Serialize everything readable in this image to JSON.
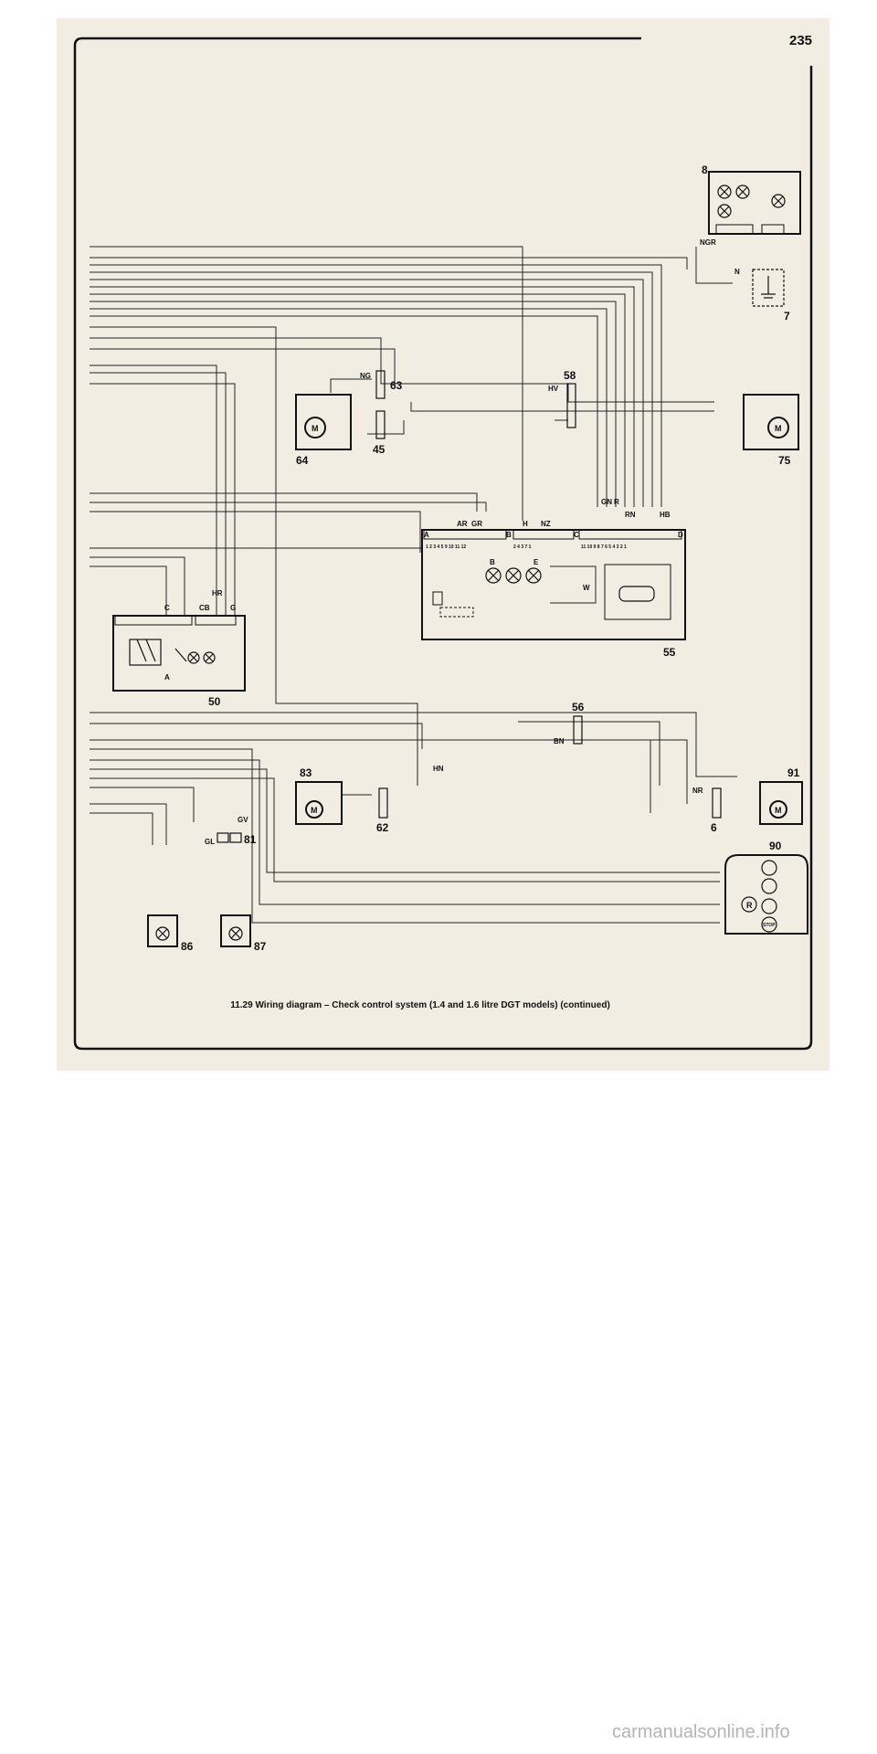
{
  "page": {
    "page_number": "235",
    "caption": "11.29 Wiring diagram – Check control system (1.4 and 1.6 litre DGT models) (continued)",
    "watermark": "carmanualsonline.info"
  },
  "components": [
    {
      "id": "c8",
      "number": "8"
    },
    {
      "id": "c7",
      "number": "7"
    },
    {
      "id": "c63",
      "number": "63"
    },
    {
      "id": "c45",
      "number": "45"
    },
    {
      "id": "c58",
      "number": "58"
    },
    {
      "id": "c64",
      "number": "64"
    },
    {
      "id": "c75",
      "number": "75"
    },
    {
      "id": "c55",
      "number": "55"
    },
    {
      "id": "c50",
      "number": "50"
    },
    {
      "id": "c56",
      "number": "56"
    },
    {
      "id": "c83",
      "number": "83"
    },
    {
      "id": "c62",
      "number": "62"
    },
    {
      "id": "c91",
      "number": "91"
    },
    {
      "id": "c6",
      "number": "6"
    },
    {
      "id": "c90",
      "number": "90"
    },
    {
      "id": "c81",
      "number": "81"
    },
    {
      "id": "c86",
      "number": "86"
    },
    {
      "id": "c87",
      "number": "87"
    }
  ],
  "wire_labels": {
    "ngr": "NGR",
    "n": "N",
    "ng": "NG",
    "hv": "HV",
    "gn": "GN",
    "r": "R",
    "rn": "RN",
    "hn": "HN",
    "hb": "HB",
    "hr": "HR",
    "ar": "AR",
    "gr": "GR",
    "h": "H",
    "nz": "NZ",
    "gl": "GL",
    "b": "B",
    "e": "E",
    "w": "W",
    "c": "C",
    "g": "G",
    "cb": "CB",
    "a": "A",
    "bn": "BN",
    "nr": "NR",
    "gv": "GV"
  },
  "connector_letters": [
    "A",
    "B",
    "C",
    "D"
  ],
  "pin_numbers": {
    "a": "1  2  3  4   5  9  10 11 12",
    "b": "2  4  3  7  1",
    "c": "11 10  9  8  7  6  5  4  3  2  1"
  },
  "symbols": {
    "motor": "M",
    "relay": "R",
    "stop": "STOP"
  },
  "icons": [
    "lamp-icon",
    "motor-icon",
    "ground-icon",
    "relay-icon",
    "switch-icon"
  ]
}
